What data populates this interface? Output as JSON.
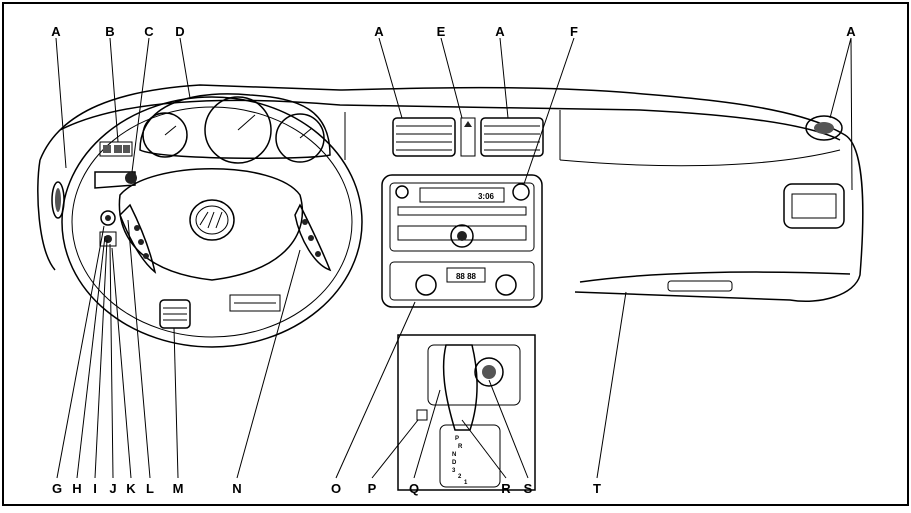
{
  "callouts_top": [
    {
      "letter": "A"
    },
    {
      "letter": "B"
    },
    {
      "letter": "C"
    },
    {
      "letter": "D"
    },
    {
      "letter": "A"
    },
    {
      "letter": "E"
    },
    {
      "letter": "A"
    },
    {
      "letter": "F"
    },
    {
      "letter": "A"
    }
  ],
  "callouts_bottom": [
    {
      "letter": "G"
    },
    {
      "letter": "H"
    },
    {
      "letter": "I"
    },
    {
      "letter": "J"
    },
    {
      "letter": "K"
    },
    {
      "letter": "L"
    },
    {
      "letter": "M"
    },
    {
      "letter": "N"
    },
    {
      "letter": "O"
    },
    {
      "letter": "P"
    },
    {
      "letter": "Q"
    },
    {
      "letter": "R"
    },
    {
      "letter": "S"
    },
    {
      "letter": "T"
    }
  ],
  "radio": {
    "display": "3:06"
  },
  "climate": {
    "display": "88 88"
  },
  "shifter": {
    "gates": [
      "P",
      "R",
      "N",
      "D",
      "3",
      "2",
      "1"
    ]
  }
}
